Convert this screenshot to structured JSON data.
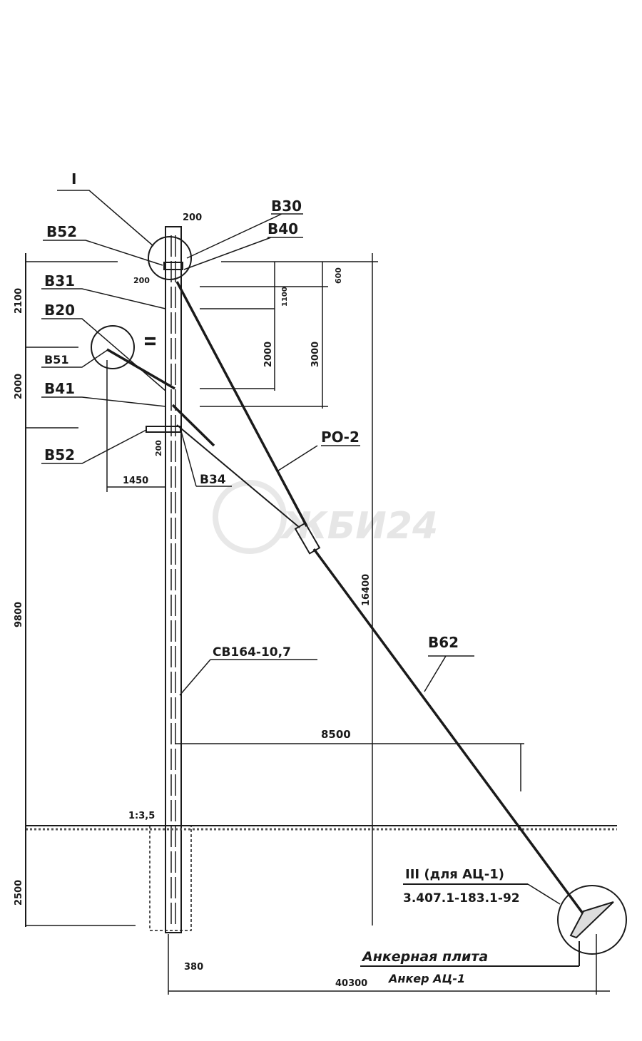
{
  "drawing": {
    "watermark": "ЖБИ24",
    "callouts": {
      "node_1": "I",
      "node_2": "II",
      "b52_top": "В52",
      "b30": "В30",
      "b40": "В40",
      "b31": "В31",
      "b20": "В20",
      "b51": "В51",
      "b41": "В41",
      "b52_low": "В52",
      "b34": "В34",
      "po2": "РО-2",
      "b62": "В62",
      "pole": "СВ164-10,7",
      "node_3": "III (для АЦ-1)",
      "node_3_ref": "3.407.1-183.1-92",
      "anchor_plate": "Анкерная плита",
      "anchor": "Анкер АЦ-1",
      "slope": "1:3,5"
    },
    "dimensions": {
      "top_width": "200",
      "cap_offset": "200",
      "left_2100": "2100",
      "left_2000": "2000",
      "left_9800": "9800",
      "left_2500": "2500",
      "bracket_200": "200",
      "reach_1450": "1450",
      "d_600": "600",
      "d_1100": "1100",
      "d_2000": "2000",
      "d_3000": "3000",
      "d_16400": "16400",
      "d_8500": "8500",
      "d_380": "380",
      "d_40300": "40300"
    }
  }
}
